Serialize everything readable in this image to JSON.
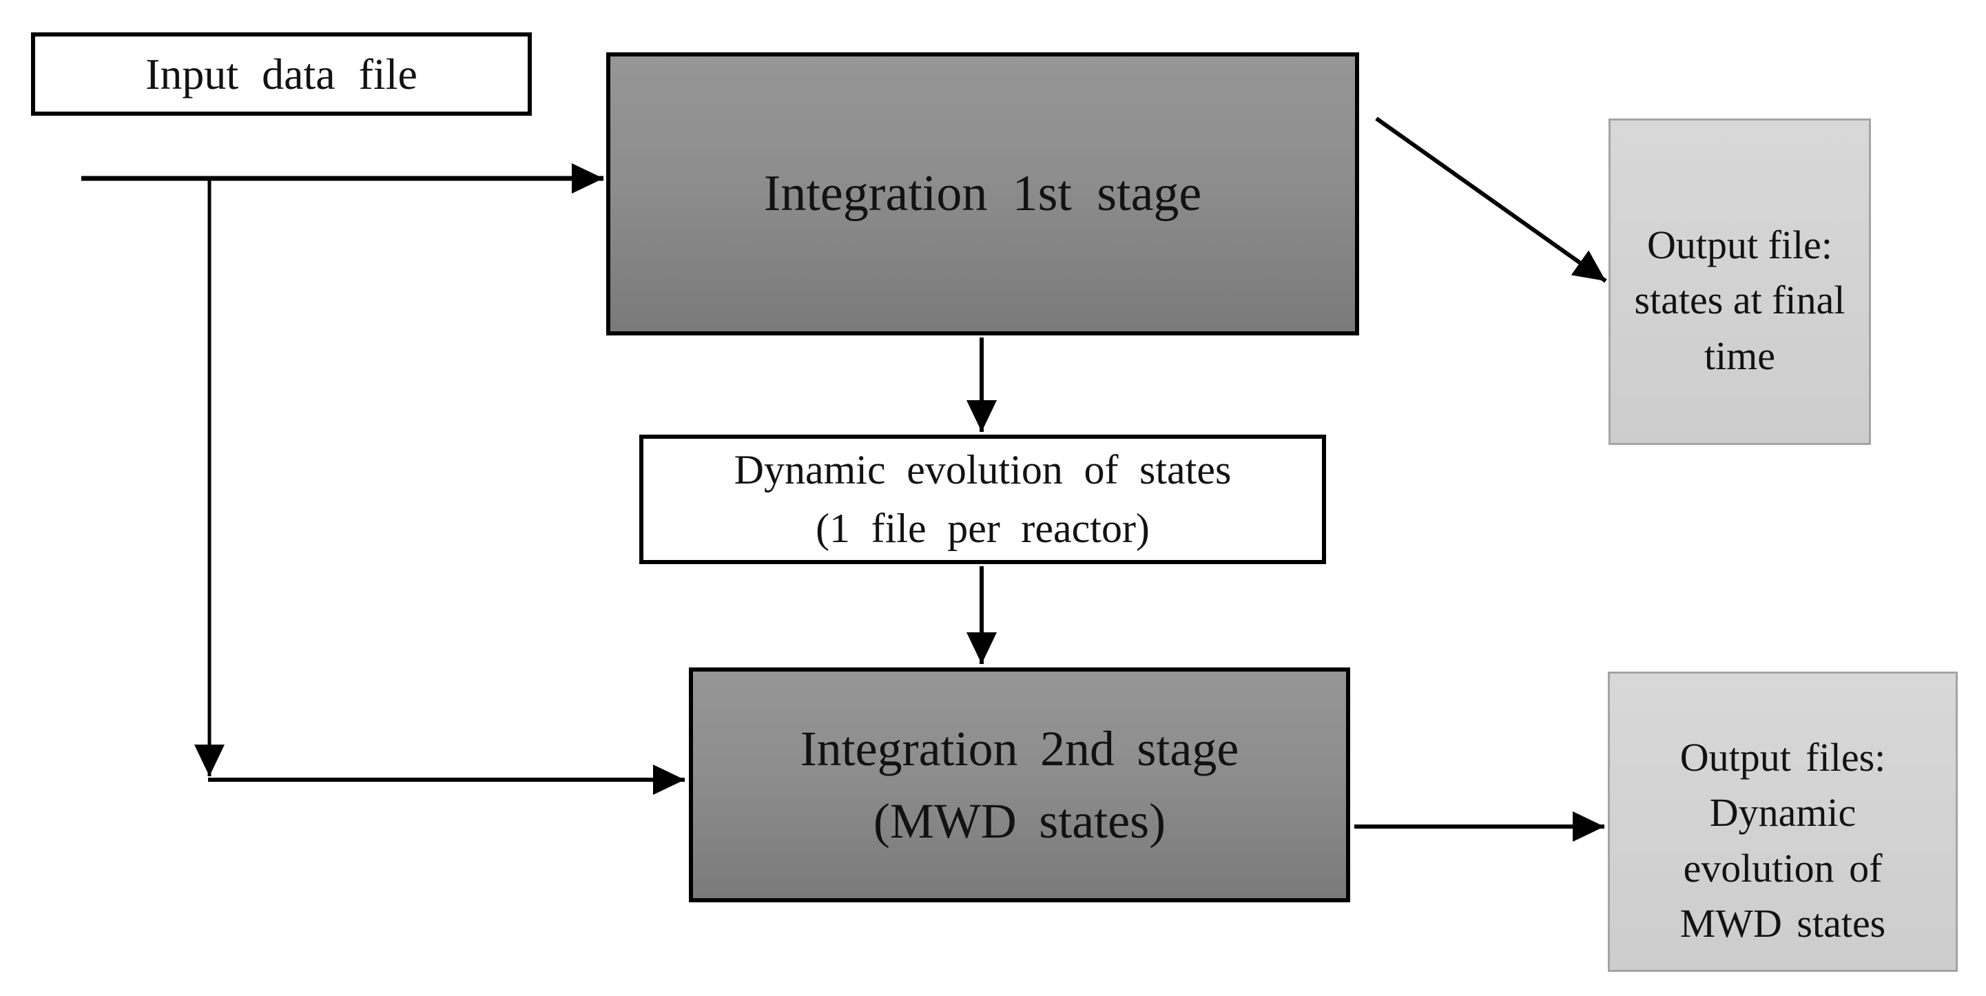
{
  "nodes": {
    "input": {
      "label": "Input data file"
    },
    "stage1": {
      "label": "Integration 1st stage"
    },
    "output_final_states": {
      "lines": [
        "Output file:",
        "states at final",
        "time"
      ]
    },
    "dynamic_states": {
      "lines": [
        "Dynamic evolution of states",
        "(1 file per reactor)"
      ]
    },
    "stage2": {
      "lines": [
        "Integration 2nd stage",
        "(MWD states)"
      ]
    },
    "output_mwd": {
      "lines": [
        "Output files:",
        "Dynamic",
        "evolution of",
        "MWD states"
      ]
    }
  },
  "colors": {
    "stage_box_gradient_top": "#969696",
    "stage_box_gradient_bottom": "#7a7a7a",
    "light_box_fill_top": "#d8d8d8",
    "light_box_fill_bottom": "#cdcdcd",
    "light_box_border": "#a4a4a4",
    "box_border": "#000000",
    "arrow": "#000000",
    "background": "#ffffff",
    "text": "#121212"
  }
}
